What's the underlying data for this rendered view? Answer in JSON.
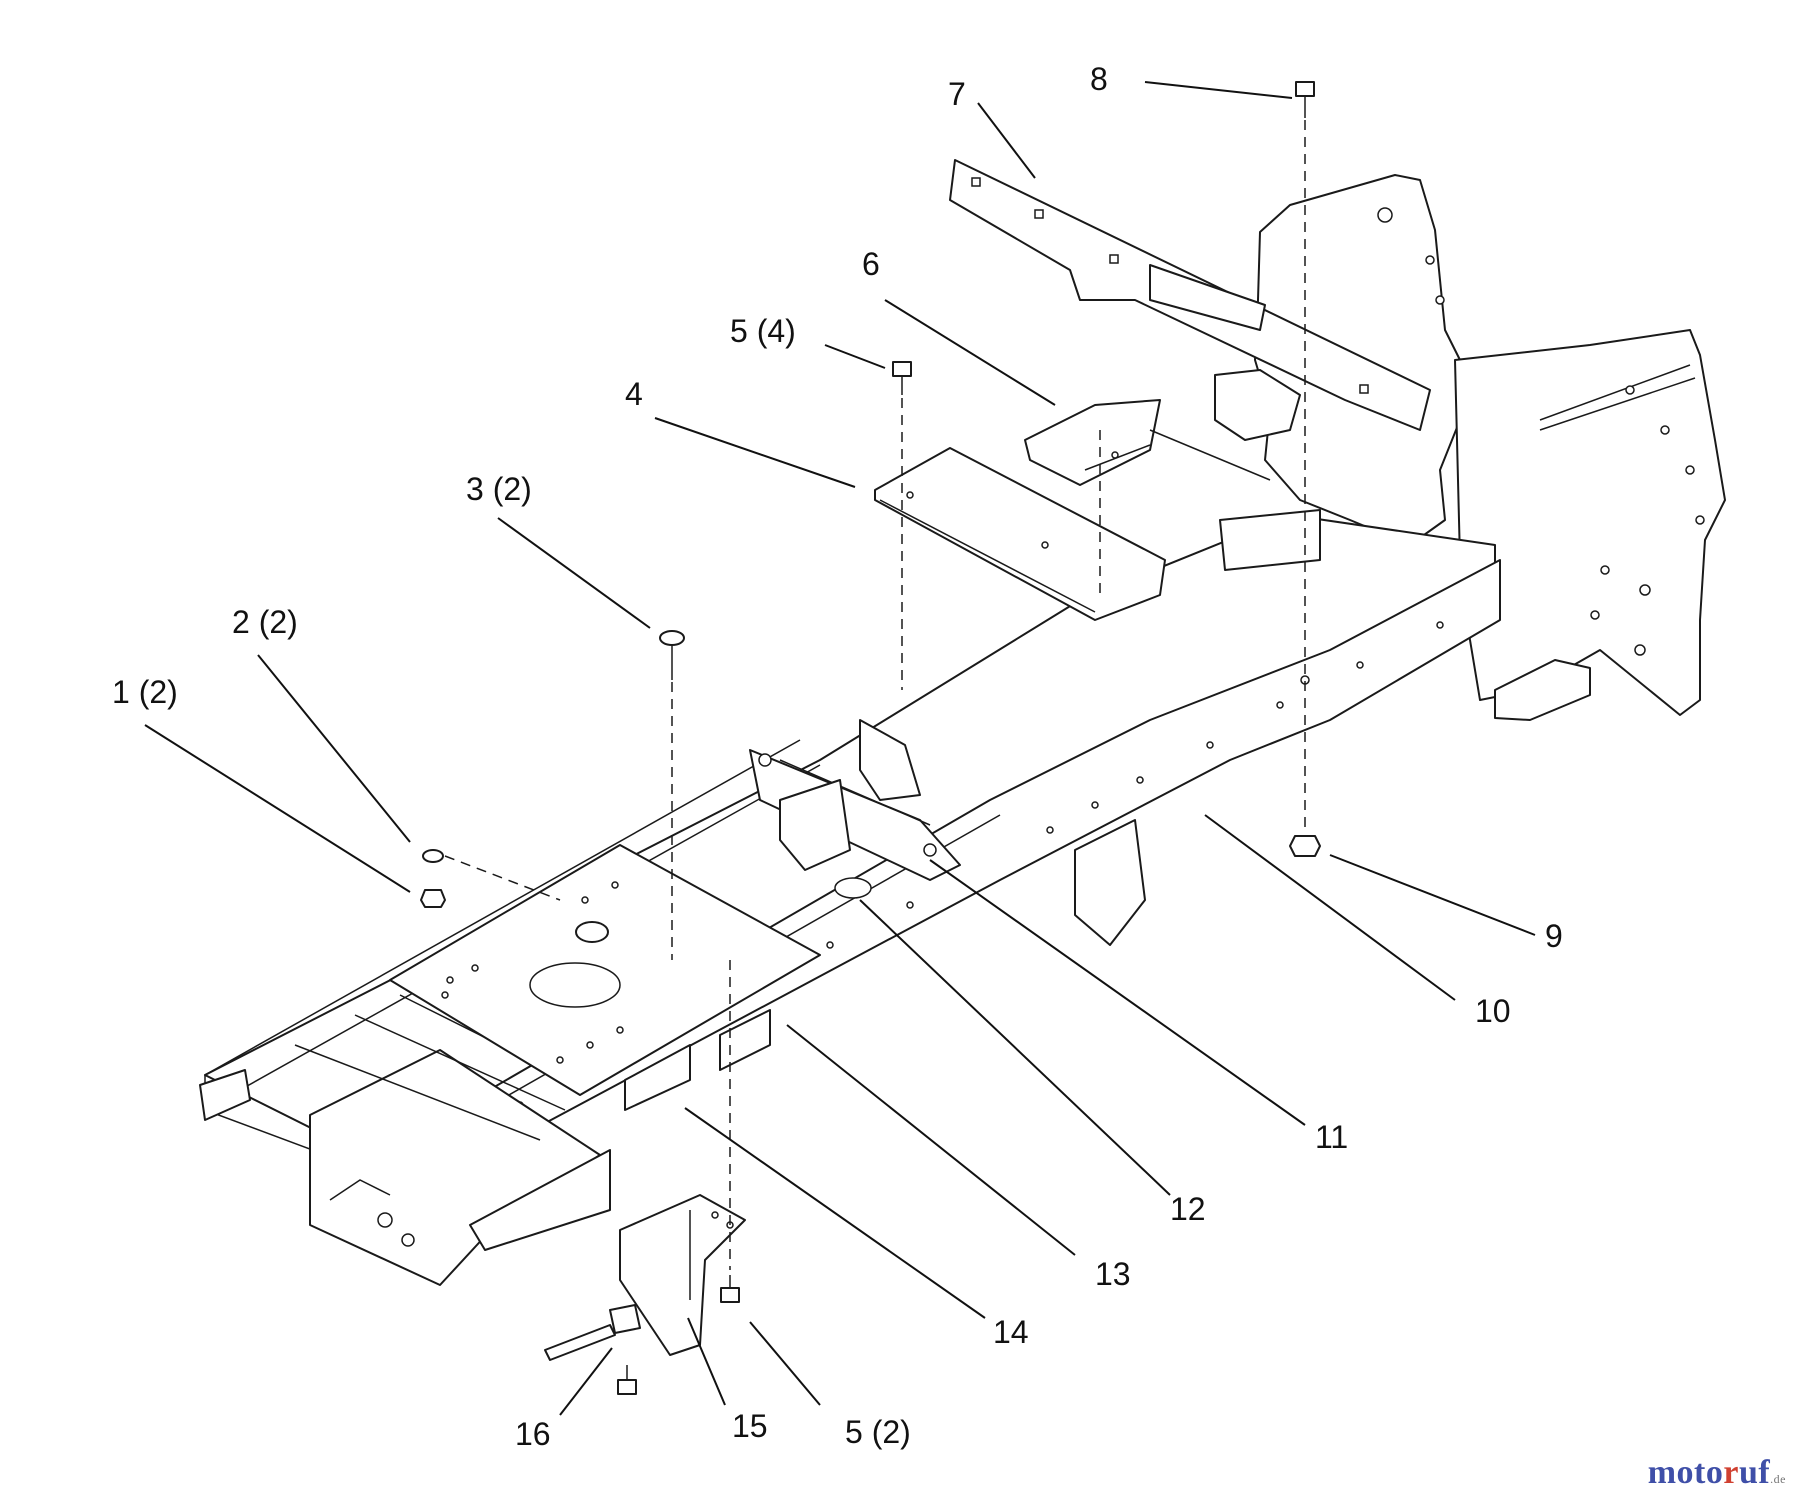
{
  "diagram": {
    "callouts": [
      {
        "id": "c1",
        "label": "1 (2)"
      },
      {
        "id": "c2",
        "label": "2 (2)"
      },
      {
        "id": "c3",
        "label": "3 (2)"
      },
      {
        "id": "c4",
        "label": "4"
      },
      {
        "id": "c5a",
        "label": "5 (4)"
      },
      {
        "id": "c6",
        "label": "6"
      },
      {
        "id": "c7",
        "label": "7"
      },
      {
        "id": "c8",
        "label": "8"
      },
      {
        "id": "c9",
        "label": "9"
      },
      {
        "id": "c10",
        "label": "10"
      },
      {
        "id": "c11",
        "label": "11"
      },
      {
        "id": "c12",
        "label": "12"
      },
      {
        "id": "c13",
        "label": "13"
      },
      {
        "id": "c14",
        "label": "14"
      },
      {
        "id": "c15",
        "label": "15"
      },
      {
        "id": "c16",
        "label": "16"
      },
      {
        "id": "c5b",
        "label": "5 (2)"
      }
    ]
  },
  "watermark": {
    "part_a": "moto",
    "part_b": "r",
    "part_c": "uf",
    "suffix": ".de"
  }
}
